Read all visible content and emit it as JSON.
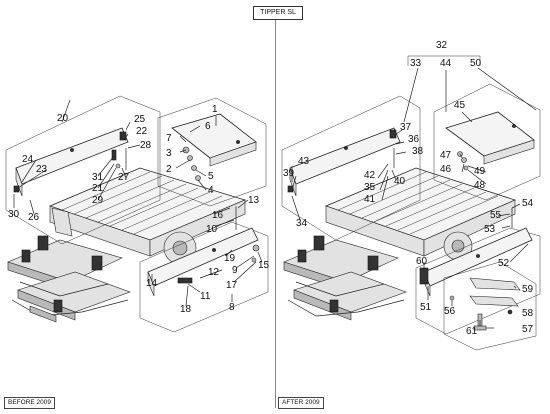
{
  "title": "TIPPER SL",
  "footer_left": "BEFORE 2009",
  "footer_right": "AFTER 2009",
  "labels_left": [
    "20",
    "1",
    "25",
    "22",
    "28",
    "6",
    "7",
    "3",
    "2",
    "5",
    "4",
    "24",
    "23",
    "31",
    "21",
    "29",
    "27",
    "30",
    "26",
    "16",
    "13",
    "10",
    "19",
    "12",
    "9",
    "15",
    "11",
    "17",
    "14",
    "18",
    "8"
  ],
  "labels_right": [
    "32",
    "33",
    "44",
    "50",
    "45",
    "37",
    "36",
    "38",
    "43",
    "39",
    "42",
    "35",
    "41",
    "40",
    "47",
    "46",
    "49",
    "48",
    "34",
    "55",
    "54",
    "53",
    "60",
    "52",
    "51",
    "56",
    "59",
    "58",
    "57",
    "61"
  ]
}
